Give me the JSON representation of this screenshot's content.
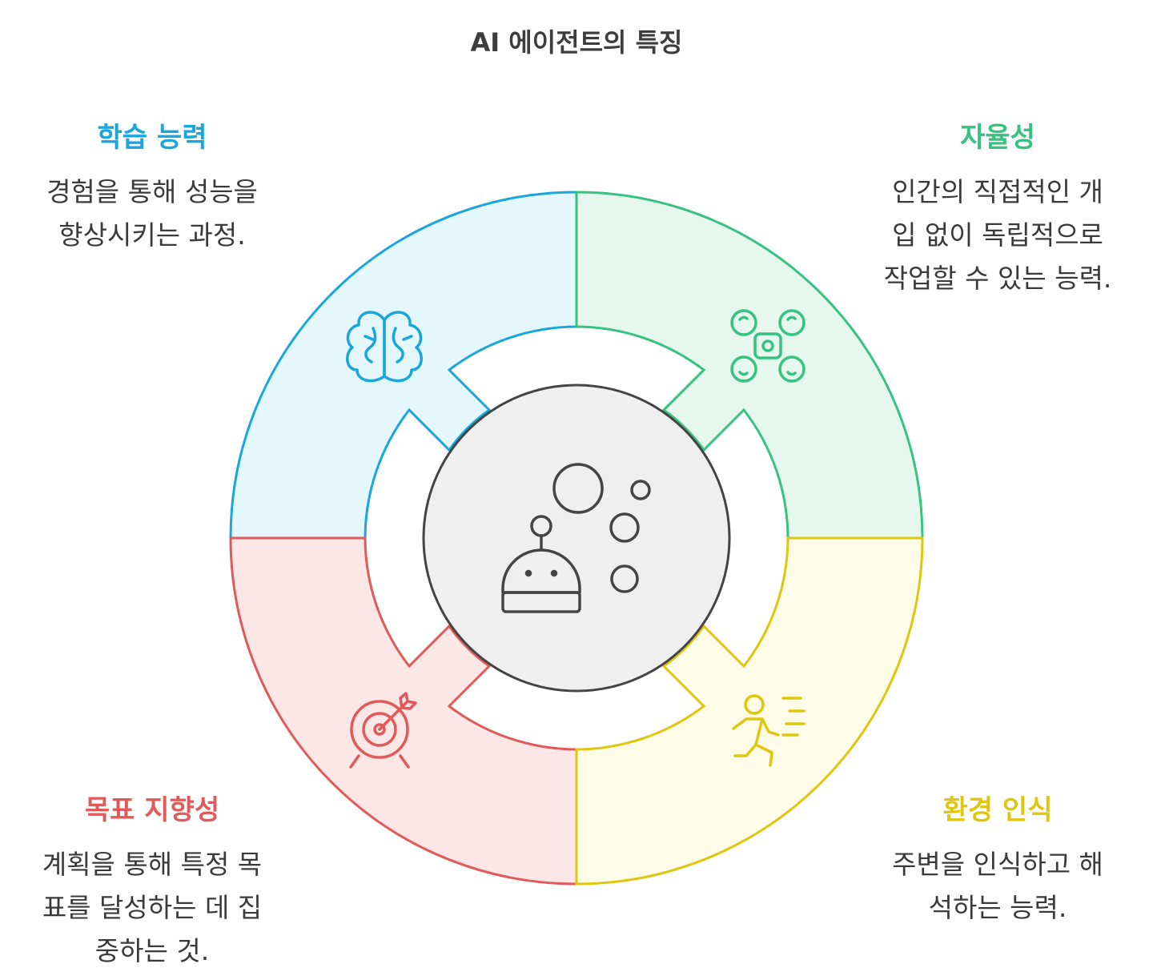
{
  "title": "AI 에이전트의 특징",
  "center": {
    "icon": "robot-with-bubbles-icon",
    "fill": "#efefef",
    "stroke": "#444444"
  },
  "segments": [
    {
      "id": "learning",
      "heading": "학습 능력",
      "desc_lines": [
        "경험을 통해 성능을",
        "향상시키는 과정."
      ],
      "color": "#1aa6dc",
      "fill": "#e4f7fc",
      "icon": "brain-icon"
    },
    {
      "id": "autonomy",
      "heading": "자율성",
      "desc_lines": [
        "인간의 직접적인 개",
        "입 없이 독립적으로",
        "작업할 수 있는 능력."
      ],
      "color": "#36c27f",
      "fill": "#e6f8ee",
      "icon": "drone-icon"
    },
    {
      "id": "goal",
      "heading": "목표 지향성",
      "desc_lines": [
        "계획을 통해 특정 목",
        "표를 달성하는 데 집",
        "중하는 것."
      ],
      "color": "#e05a5a",
      "fill": "#fde6e6",
      "icon": "target-arrow-icon"
    },
    {
      "id": "perception",
      "heading": "환경 인식",
      "desc_lines": [
        "주변을 인식하고 해",
        "석하는 능력."
      ],
      "color": "#dfc60f",
      "fill": "#fefbe6",
      "icon": "running-person-icon"
    }
  ]
}
